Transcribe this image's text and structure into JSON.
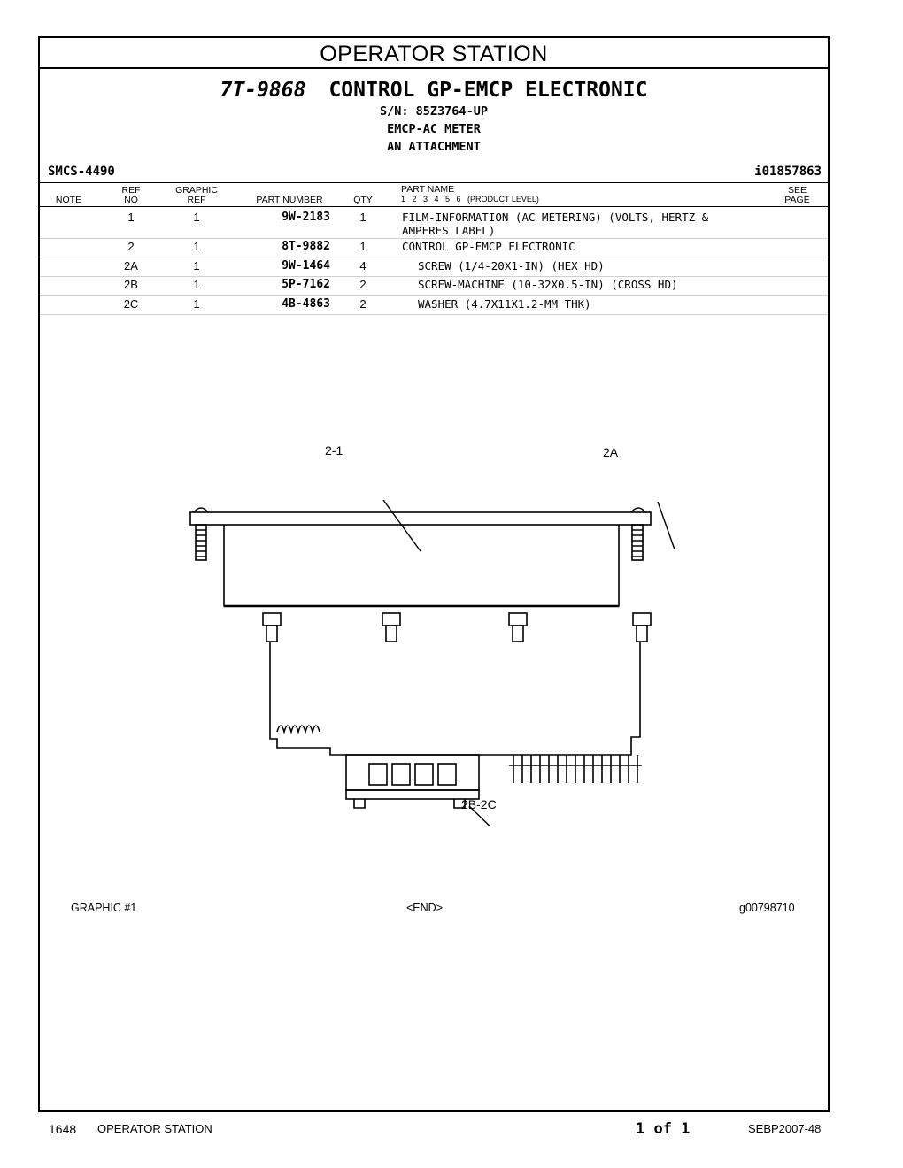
{
  "section_title": "OPERATOR STATION",
  "title": {
    "part_number": "7T-9868",
    "name": "CONTROL GP-EMCP ELECTRONIC"
  },
  "subtitle_lines": [
    "S/N: 85Z3764-UP",
    "EMCP-AC METER",
    "AN ATTACHMENT"
  ],
  "smcs": "SMCS-4490",
  "illustration_id": "i01857863",
  "columns": {
    "note": "NOTE",
    "ref_1": "REF",
    "ref_2": "NO",
    "graphic_1": "GRAPHIC",
    "graphic_2": "REF",
    "part_number": "PART NUMBER",
    "qty": "QTY",
    "part_name": "PART NAME",
    "levels": "1   2   3   4   5   6   (PRODUCT LEVEL)",
    "see_1": "SEE",
    "see_2": "PAGE"
  },
  "rows": [
    {
      "ref": "1",
      "graphic_ref": "1",
      "part_number": "9W-2183",
      "qty": "1",
      "name": "FILM-INFORMATION (AC METERING) (VOLTS, HERTZ &\nAMPERES LABEL)",
      "level": 1
    },
    {
      "ref": "2",
      "graphic_ref": "1",
      "part_number": "8T-9882",
      "qty": "1",
      "name": "CONTROL GP-EMCP ELECTRONIC",
      "level": 1
    },
    {
      "ref": "2A",
      "graphic_ref": "1",
      "part_number": "9W-1464",
      "qty": "4",
      "name": "SCREW (1/4-20X1-IN) (HEX HD)",
      "level": 2
    },
    {
      "ref": "2B",
      "graphic_ref": "1",
      "part_number": "5P-7162",
      "qty": "2",
      "name": "SCREW-MACHINE (10-32X0.5-IN) (CROSS HD)",
      "level": 2
    },
    {
      "ref": "2C",
      "graphic_ref": "1",
      "part_number": "4B-4863",
      "qty": "2",
      "name": "WASHER (4.7X11X1.2-MM THK)",
      "level": 2
    }
  ],
  "callouts": {
    "top_left": "2-1",
    "top_right": "2A",
    "bottom": "2B-2C"
  },
  "graphic_footer": {
    "label": "GRAPHIC #1",
    "end": "<END>",
    "id": "g00798710"
  },
  "page_footer": {
    "page_number": "1648",
    "section": "OPERATOR STATION",
    "pagination": "1 of 1",
    "doc_id": "SEBP2007-48"
  }
}
